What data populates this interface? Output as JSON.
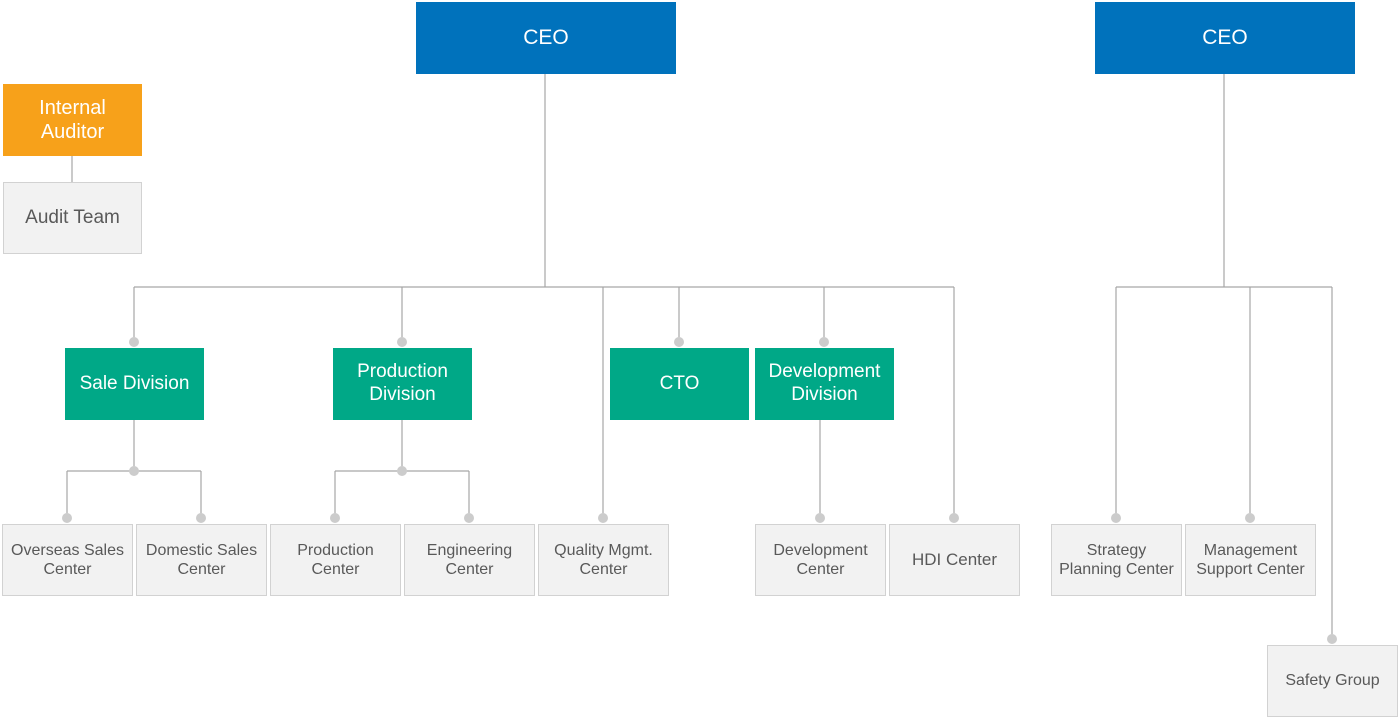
{
  "ceo_left": "CEO",
  "ceo_right": "CEO",
  "internal_auditor": "Internal\nAuditor",
  "audit_team": "Audit Team",
  "divisions": {
    "sale": "Sale Division",
    "production": "Production\nDivision",
    "cto": "CTO",
    "development": "Development\nDivision"
  },
  "centers": {
    "overseas_sales": "Overseas Sales\nCenter",
    "domestic_sales": "Domestic Sales\nCenter",
    "production": "Production\nCenter",
    "engineering": "Engineering\nCenter",
    "quality_mgmt": "Quality Mgmt.\nCenter",
    "development": "Development\nCenter",
    "hdi": "HDI Center",
    "strategy_planning": "Strategy\nPlanning Center",
    "management_support": "Management\nSupport Center",
    "safety_group": "Safety Group"
  },
  "colors": {
    "ceo": "#0072bc",
    "auditor": "#f7a11a",
    "division": "#00a887",
    "center_fill": "#f2f2f2",
    "connector": "#a6a6a6",
    "node_dot": "#cccccc"
  }
}
